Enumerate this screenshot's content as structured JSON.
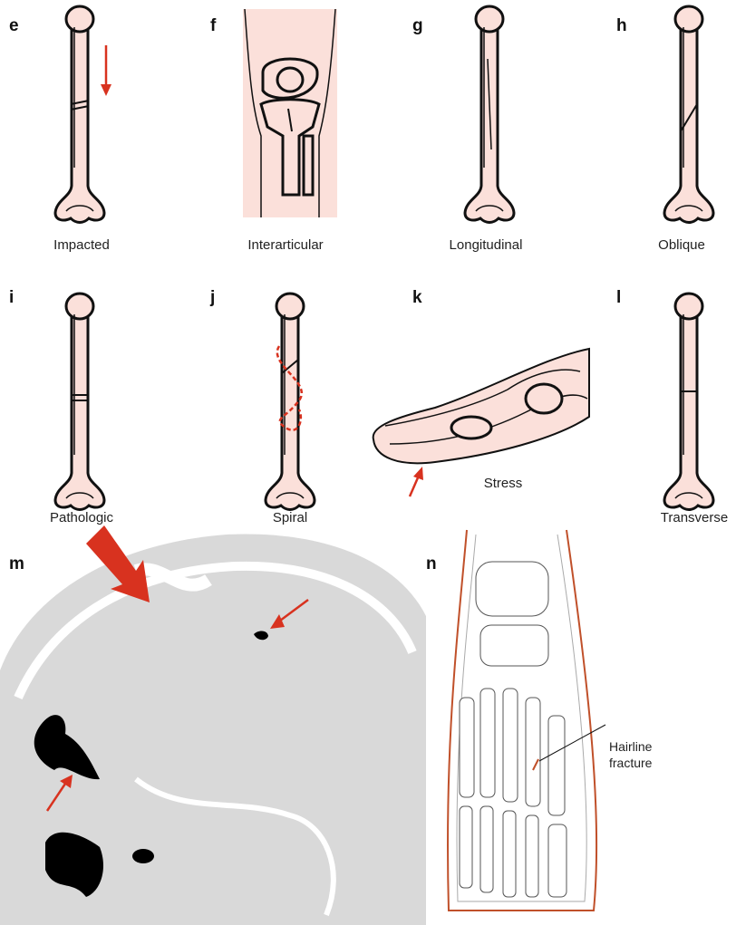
{
  "panels": [
    {
      "letter": "e",
      "caption": "Impacted"
    },
    {
      "letter": "f",
      "caption": "Interarticular"
    },
    {
      "letter": "g",
      "caption": "Longitudinal"
    },
    {
      "letter": "h",
      "caption": "Oblique"
    },
    {
      "letter": "i",
      "caption": "Pathologic"
    },
    {
      "letter": "j",
      "caption": "Spiral"
    },
    {
      "letter": "k",
      "caption": "Stress"
    },
    {
      "letter": "l",
      "caption": "Transverse"
    },
    {
      "letter": "m",
      "caption": ""
    },
    {
      "letter": "n",
      "caption": ""
    }
  ],
  "annotations": {
    "hairline_line1": "Hairline",
    "hairline_line2": "fracture"
  },
  "colors": {
    "bone": "#fbe0da",
    "arrow": "#d8321f",
    "skull": "#d9d9d9",
    "foot_outline": "#c0502a"
  }
}
